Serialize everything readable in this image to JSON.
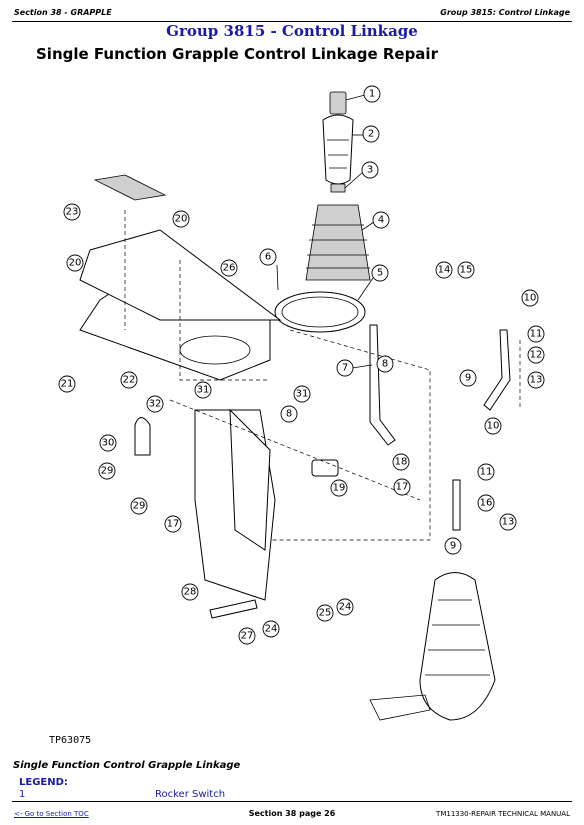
{
  "header": {
    "left": "Section 38 - GRAPPLE",
    "right": "Group 3815: Control Linkage"
  },
  "group_title": "Group 3815 - Control Linkage",
  "page_title": "Single Function Grapple Control Linkage Repair",
  "figure": {
    "tp_label": "TP63075",
    "callouts": [
      "1",
      "2",
      "3",
      "4",
      "5",
      "6",
      "7",
      "8",
      "9",
      "10",
      "11",
      "12",
      "13",
      "14",
      "15",
      "16",
      "17",
      "18",
      "19",
      "20",
      "21",
      "22",
      "23",
      "24",
      "25",
      "26",
      "27",
      "28",
      "29",
      "30",
      "31",
      "32"
    ]
  },
  "caption": "Single Function Control Grapple Linkage",
  "legend": {
    "title": "LEGEND:",
    "items": [
      {
        "num": "1",
        "desc": "Rocker Switch"
      }
    ]
  },
  "footer": {
    "left_link": "<- Go to Section TOC",
    "center": "Section 38 page 26",
    "right": "TM11330-REPAIR TECHNICAL MANUAL"
  }
}
